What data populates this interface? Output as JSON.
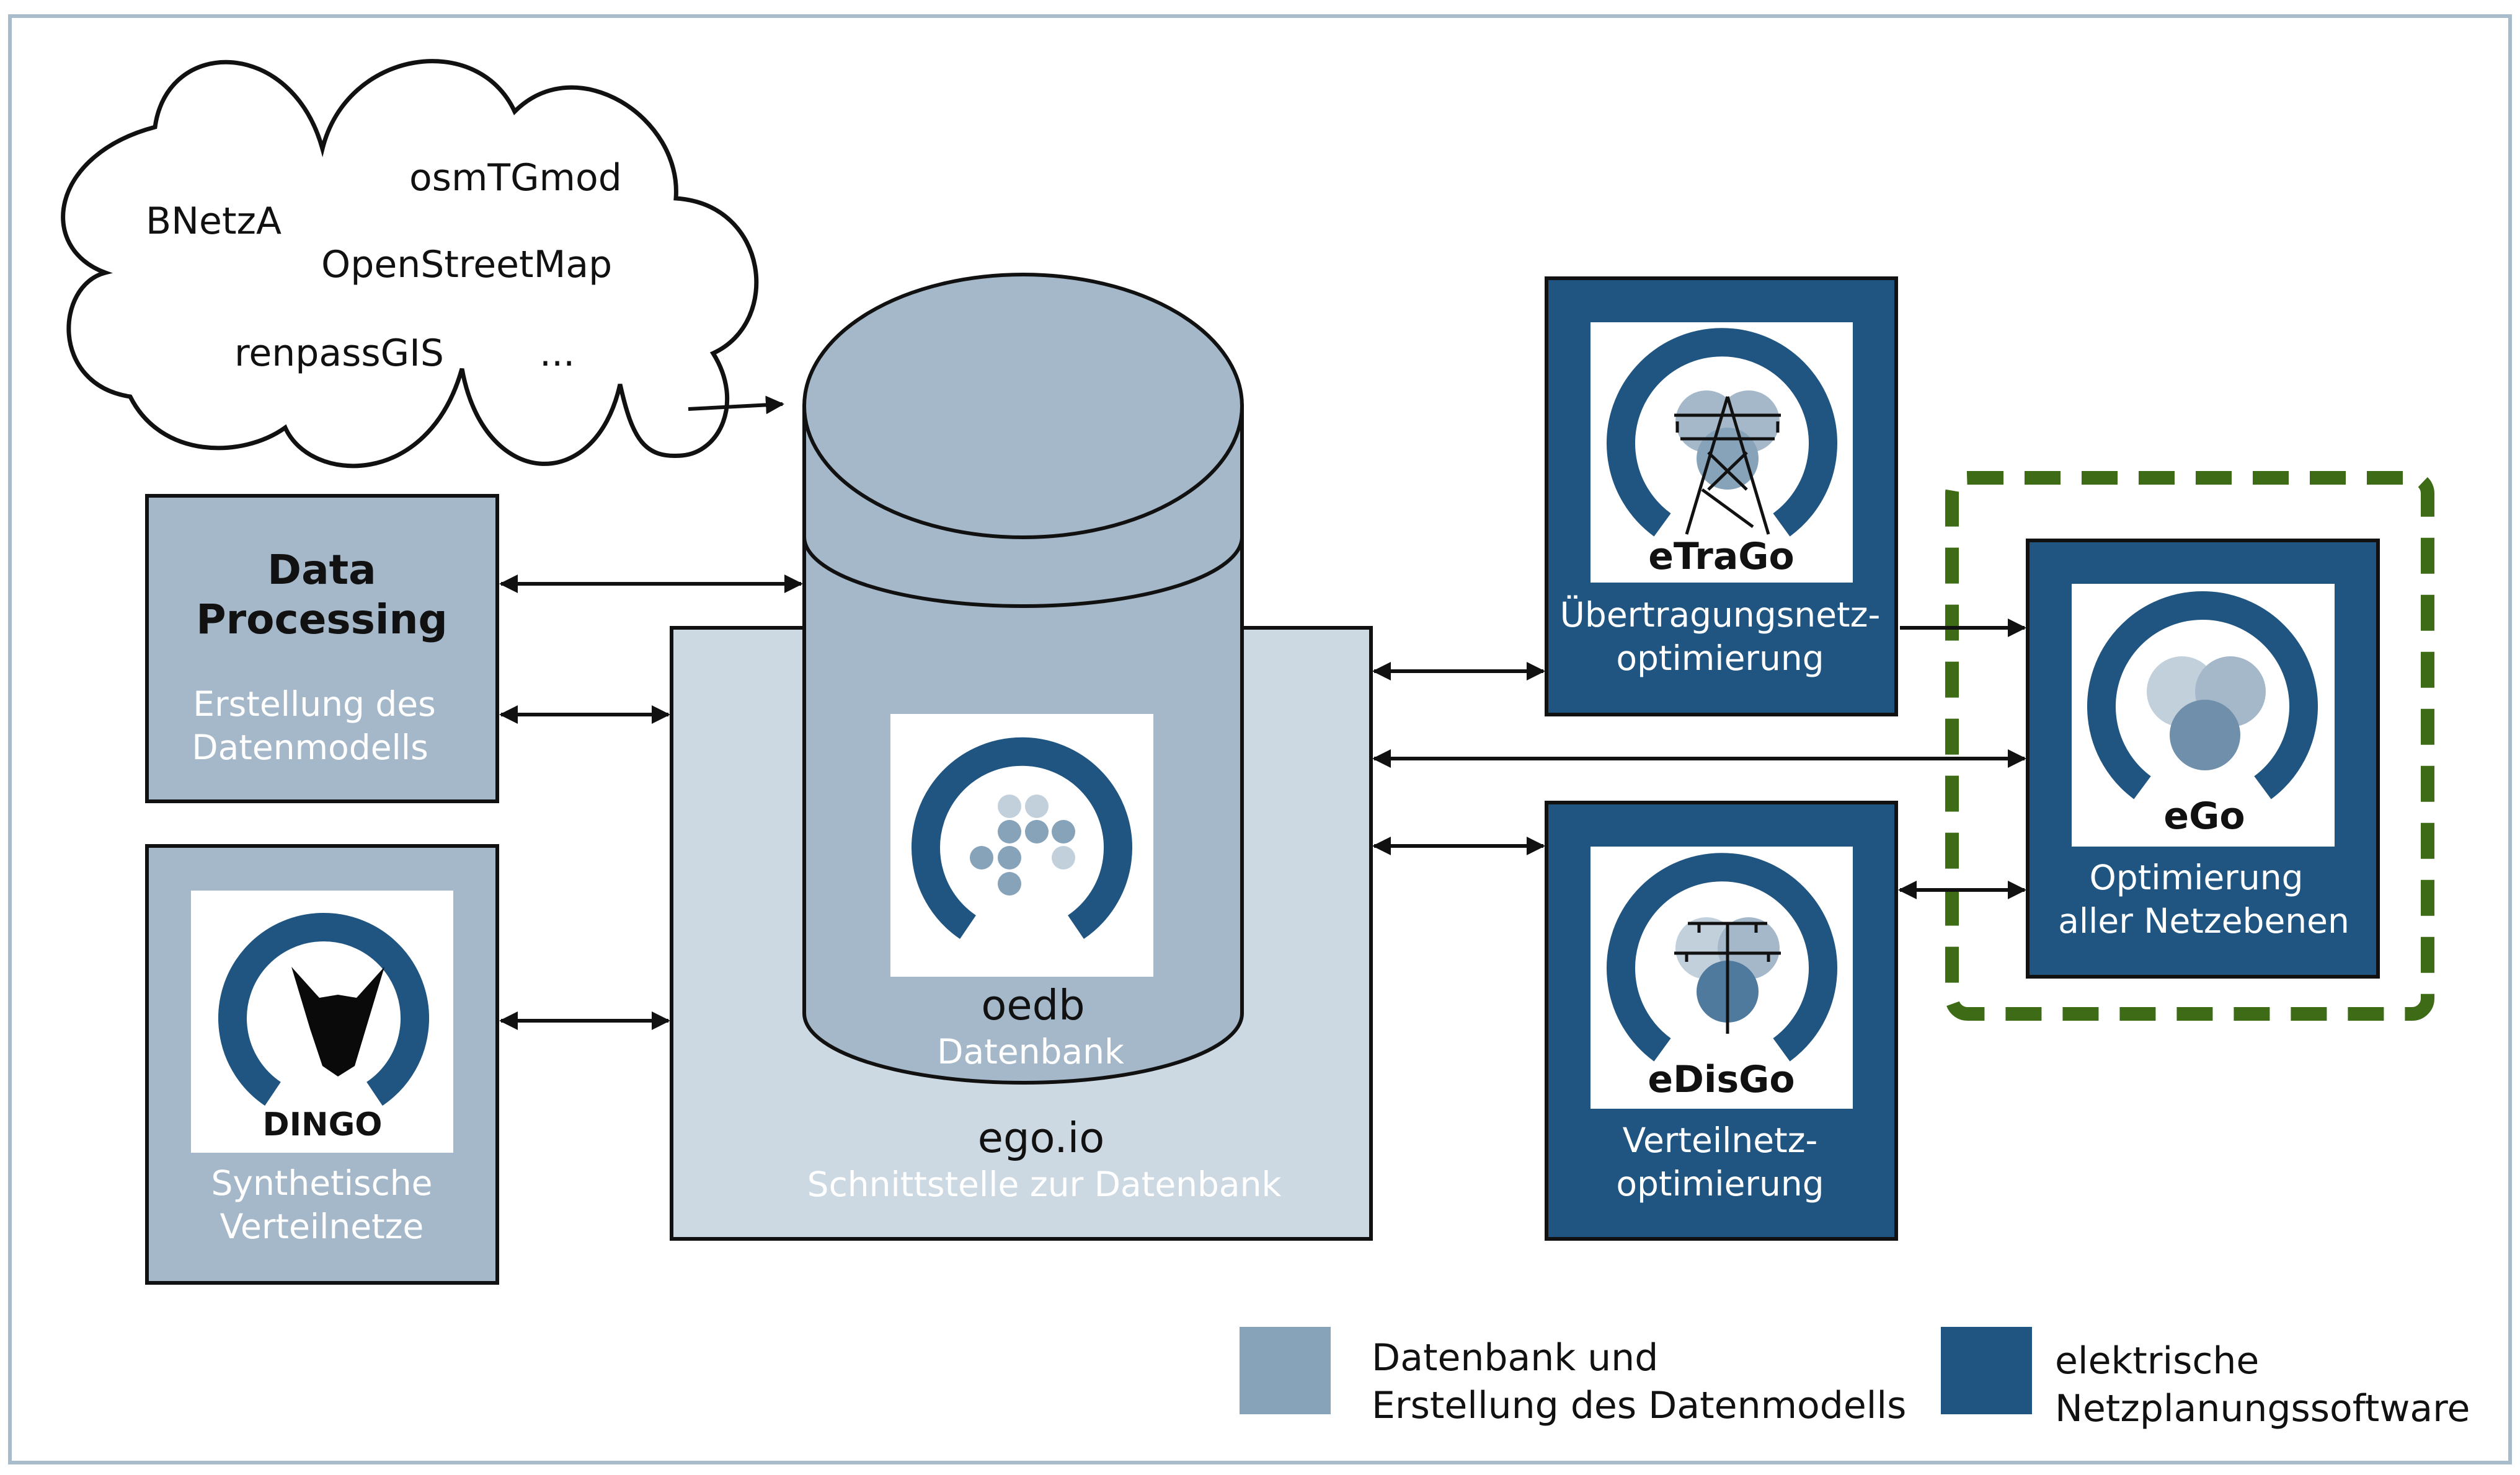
{
  "colors": {
    "frame": "#a9bccb",
    "light_box": "#a5b8c9",
    "io_box": "#cdd9e2",
    "dark_box": "#1f5580",
    "legend_light": "#86a3ba",
    "legend_dark": "#1f5580",
    "dashed": "#3d6b16"
  },
  "cloud": {
    "items": [
      "BNetzA",
      "osmTGmod",
      "OpenStreetMap",
      "renpassGIS",
      "..."
    ]
  },
  "data_processing": {
    "title_line1": "Data",
    "title_line2": "Processing",
    "sub_line1": "Erstellung des",
    "sub_line2": "Datenmodells"
  },
  "dingo": {
    "logo_text": "DINGO",
    "sub_line1": "Synthetische",
    "sub_line2": "Verteilnetze"
  },
  "oedb": {
    "name": "oedb",
    "sub": "Datenbank"
  },
  "egoio": {
    "name": "ego.io",
    "sub": "Schnittstelle zur Datenbank"
  },
  "etrago": {
    "name": "eTraGo",
    "sub_line1": "Übertragungsnetz-",
    "sub_line2": "optimierung"
  },
  "edisgo": {
    "name": "eDisGo",
    "sub_line1": "Verteilnetz-",
    "sub_line2": "optimierung"
  },
  "ego": {
    "name": "eGo",
    "sub_line1": "Optimierung",
    "sub_line2": "aller Netzebenen"
  },
  "legend": {
    "light_line1": "Datenbank und",
    "light_line2": "Erstellung des Datenmodells",
    "dark_line1": "elektrische",
    "dark_line2": "Netzplanungssoftware"
  }
}
